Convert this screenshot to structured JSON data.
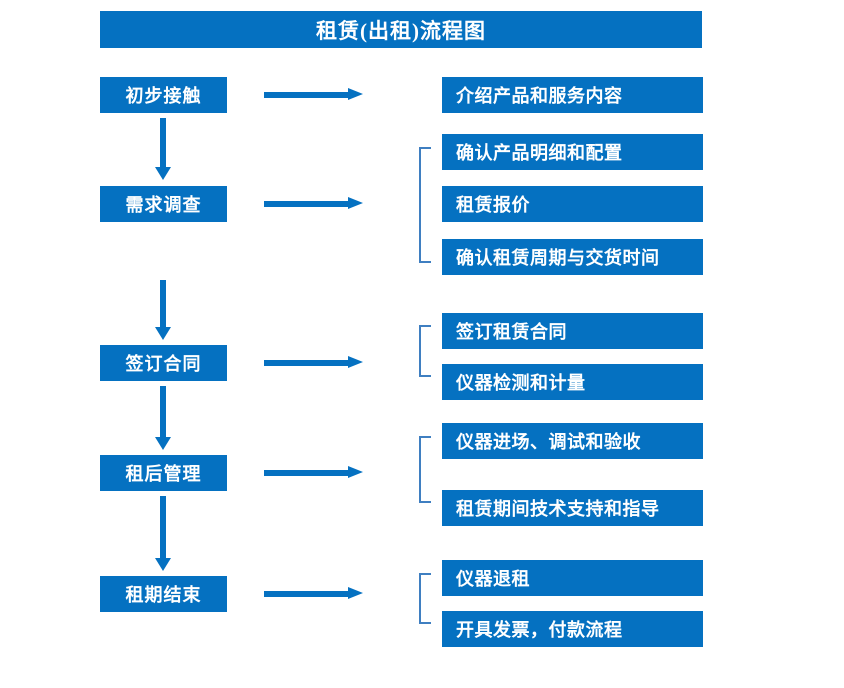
{
  "title": "租赁(出租)流程图",
  "colors": {
    "primary": "#0571c1",
    "bracket": "#3f7fc1",
    "text_on_primary": "#ffffff",
    "background": "#ffffff"
  },
  "stages": [
    {
      "label": "初步接触"
    },
    {
      "label": "需求调查"
    },
    {
      "label": "签订合同"
    },
    {
      "label": "租后管理"
    },
    {
      "label": "租期结束"
    }
  ],
  "details": [
    {
      "label": "介绍产品和服务内容"
    },
    {
      "label": "确认产品明细和配置"
    },
    {
      "label": "租赁报价"
    },
    {
      "label": "确认租赁周期与交货时间"
    },
    {
      "label": "签订租赁合同"
    },
    {
      "label": "仪器检测和计量"
    },
    {
      "label": "仪器进场、调试和验收"
    },
    {
      "label": "租赁期间技术支持和指导"
    },
    {
      "label": "仪器退租"
    },
    {
      "label": "开具发票，付款流程"
    }
  ],
  "groups": [
    {
      "stage": "需求调查",
      "details": [
        "确认产品明细和配置",
        "租赁报价",
        "确认租赁周期与交货时间"
      ]
    },
    {
      "stage": "签订合同",
      "details": [
        "签订租赁合同",
        "仪器检测和计量"
      ]
    },
    {
      "stage": "租后管理",
      "details": [
        "仪器进场、调试和验收",
        "租赁期间技术支持和指导"
      ]
    },
    {
      "stage": "租期结束",
      "details": [
        "仪器退租",
        "开具发票，付款流程"
      ]
    }
  ],
  "flow_sequence": [
    "初步接触",
    "需求调查",
    "签订合同",
    "租后管理",
    "租期结束"
  ]
}
